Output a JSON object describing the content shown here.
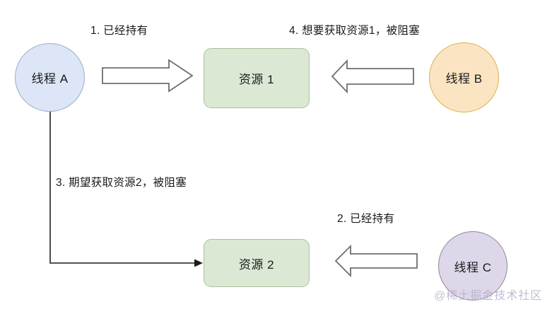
{
  "diagram": {
    "type": "deadlock-resource-allocation",
    "background_color": "#ffffff",
    "nodes": [
      {
        "id": "thread-a",
        "label": "线程 A",
        "shape": "circle",
        "fill": "#dce6f6",
        "stroke": "#9aadc8"
      },
      {
        "id": "thread-b",
        "label": "线程 B",
        "shape": "circle",
        "fill": "#fbe4c2",
        "stroke": "#d8b24a"
      },
      {
        "id": "thread-c",
        "label": "线程 C",
        "shape": "circle",
        "fill": "#ded7ea",
        "stroke": "#8d8798"
      },
      {
        "id": "resource-1",
        "label": "资源 1",
        "shape": "rounded-rect",
        "fill": "#dbe8d4",
        "stroke": "#a8c39c"
      },
      {
        "id": "resource-2",
        "label": "资源 2",
        "shape": "rounded-rect",
        "fill": "#dbe8d4",
        "stroke": "#a8c39c"
      }
    ],
    "edges": [
      {
        "id": "edge-1",
        "label": "1. 已经持有",
        "from": "thread-a",
        "to": "resource-1",
        "style": "block-arrow-right"
      },
      {
        "id": "edge-4",
        "label": "4. 想要获取资源1，被阻塞",
        "from": "thread-b",
        "to": "resource-1",
        "style": "block-arrow-left"
      },
      {
        "id": "edge-3",
        "label": "3. 期望获取资源2，被阻塞",
        "from": "thread-a",
        "to": "resource-2",
        "style": "elbow-line-arrow"
      },
      {
        "id": "edge-2",
        "label": "2. 已经持有",
        "from": "thread-c",
        "to": "resource-2",
        "style": "block-arrow-left"
      }
    ],
    "watermark": "@稀土掘金技术社区"
  }
}
